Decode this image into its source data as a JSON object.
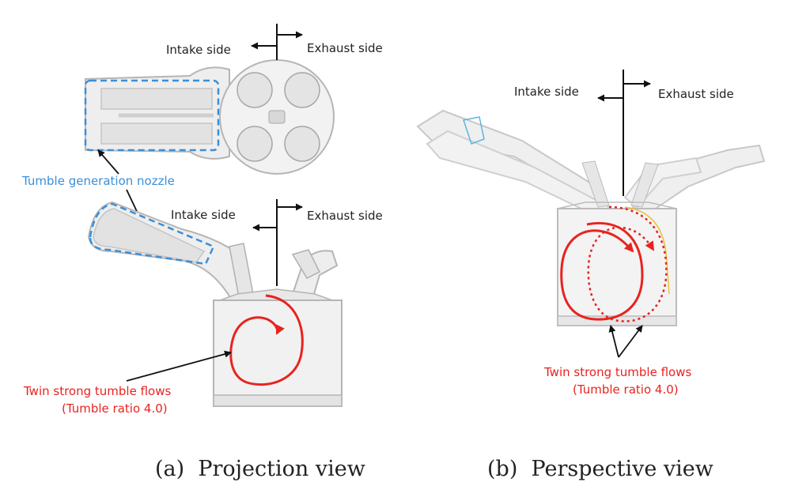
{
  "labels": {
    "intake_side": "Intake side",
    "exhaust_side": "Exhaust side",
    "tumble_nozzle": "Tumble generation nozzle",
    "twin_flows_line1": "Twin strong tumble flows",
    "twin_flows_line2": "(Tumble ratio 4.0)"
  },
  "captions": {
    "a": "(a)  Projection view",
    "b": "(b)  Perspective view"
  },
  "colors": {
    "flow_red": "#e8231f",
    "nozzle_blue": "#3b8fd9",
    "part_fill": "#eeeeee",
    "part_stroke": "#b5b5b5",
    "text_dark": "#222222"
  }
}
